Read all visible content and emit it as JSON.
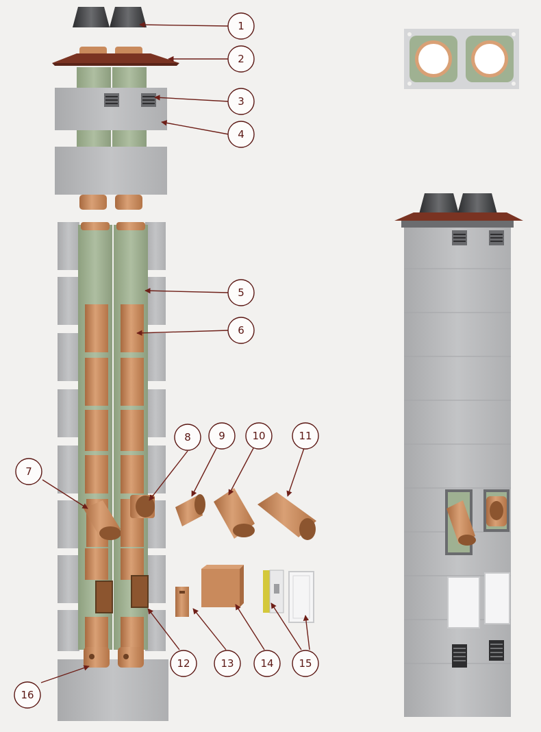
{
  "callouts": [
    {
      "id": 1,
      "label": "1"
    },
    {
      "id": 2,
      "label": "2"
    },
    {
      "id": 3,
      "label": "3"
    },
    {
      "id": 4,
      "label": "4"
    },
    {
      "id": 5,
      "label": "5"
    },
    {
      "id": 6,
      "label": "6"
    },
    {
      "id": 7,
      "label": "7"
    },
    {
      "id": 8,
      "label": "8"
    },
    {
      "id": 9,
      "label": "9"
    },
    {
      "id": 10,
      "label": "10"
    },
    {
      "id": 11,
      "label": "11"
    },
    {
      "id": 12,
      "label": "12"
    },
    {
      "id": 13,
      "label": "13"
    },
    {
      "id": 14,
      "label": "14"
    },
    {
      "id": 15,
      "label": "15"
    },
    {
      "id": 16,
      "label": "16"
    }
  ],
  "colors": {
    "background": "#f2f1ef",
    "concrete": "#b8b9bb",
    "concrete_dark": "#9d9ea1",
    "mineral_wool": "#9fb192",
    "ceramic": "#c98a5c",
    "ceramic_dark": "#a86a40",
    "cap": "#3a3b3d",
    "roof_slab": "#7a3322",
    "callout_stroke": "#5a1612",
    "leader": "#6e1f18"
  }
}
